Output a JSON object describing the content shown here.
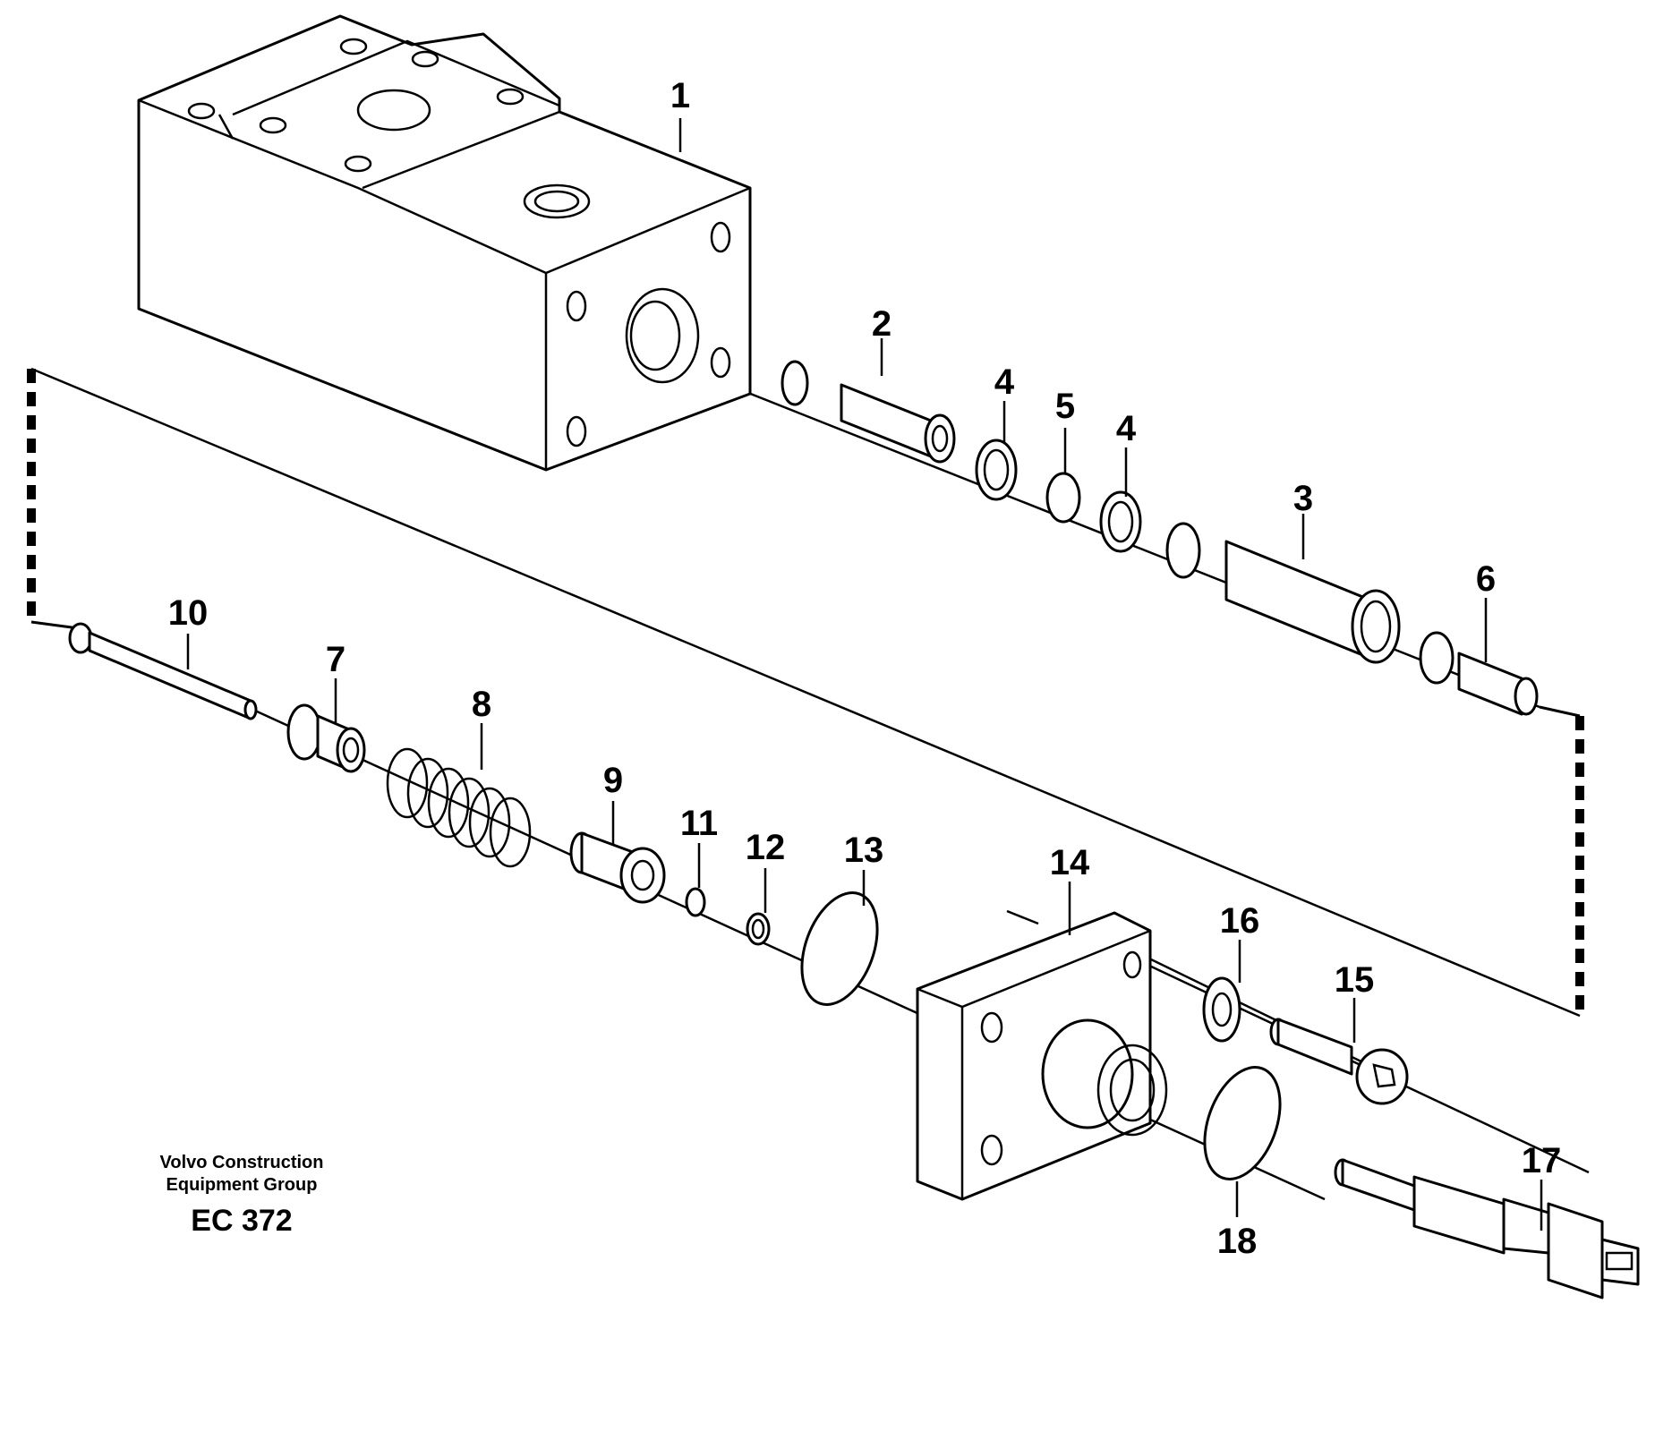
{
  "callouts": [
    "1",
    "2",
    "3",
    "4",
    "5",
    "4",
    "6",
    "7",
    "8",
    "9",
    "10",
    "11",
    "12",
    "13",
    "14",
    "15",
    "16",
    "17",
    "18"
  ],
  "caption": {
    "line1": "Volvo Construction",
    "line2": "Equipment Group",
    "code": "EC 372"
  }
}
